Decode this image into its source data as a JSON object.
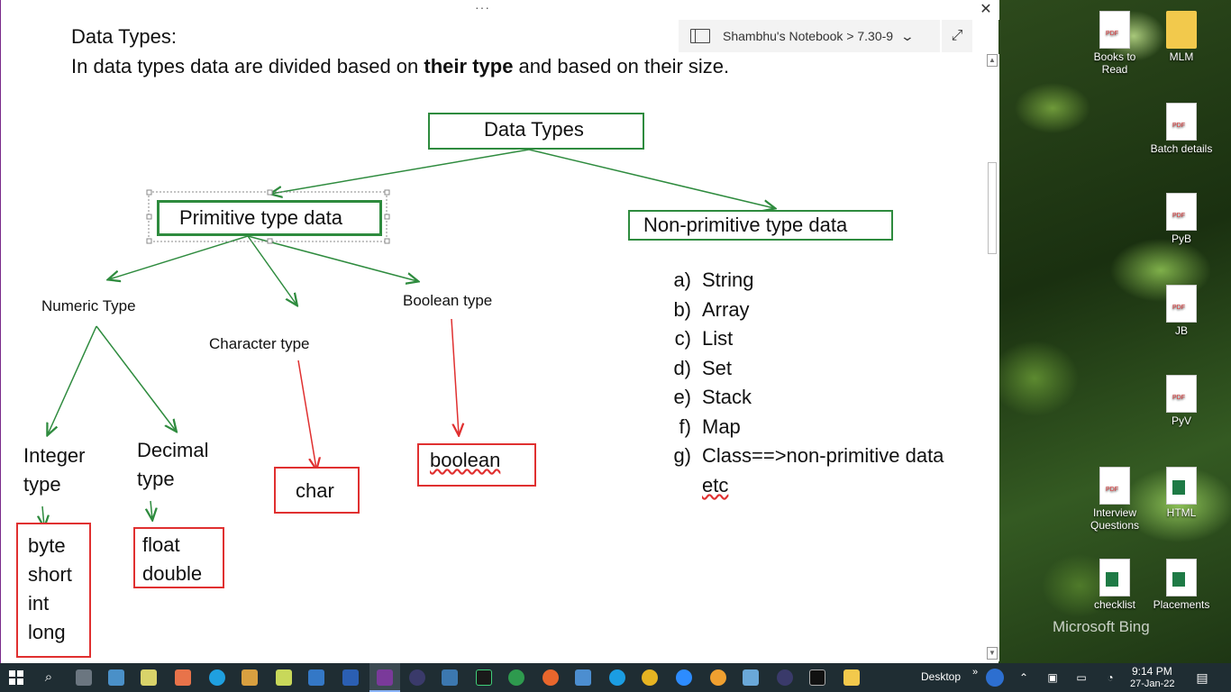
{
  "window": {
    "drag_handle": "···",
    "close_label": "✕",
    "breadcrumb": "Shambhu's Notebook > 7.30-9",
    "expand_label": "⤢"
  },
  "page": {
    "heading": "Data Types:",
    "intro_before": "In data types data are divided based on ",
    "intro_bold": "their type",
    "intro_after": " and based on their size."
  },
  "diagram": {
    "root": "Data Types",
    "primitive": "Primitive type data",
    "non_primitive": "Non-primitive type data",
    "numeric": "Numeric Type",
    "character": "Character type",
    "boolean_type": "Boolean type",
    "integer_line1": "Integer",
    "integer_line2": "type",
    "decimal_line1": "Decimal",
    "decimal_line2": "type",
    "integer_values": [
      "byte",
      "short",
      "int",
      "long"
    ],
    "decimal_values": [
      "float",
      "double"
    ],
    "char_value": "char",
    "boolean_value": "boolean"
  },
  "non_primitive_list": [
    {
      "marker": "a)",
      "text": "String"
    },
    {
      "marker": "b)",
      "text": "Array"
    },
    {
      "marker": "c)",
      "text": "List"
    },
    {
      "marker": "d)",
      "text": "Set"
    },
    {
      "marker": "e)",
      "text": "Stack"
    },
    {
      "marker": "f)",
      "text": "Map"
    },
    {
      "marker": "g)",
      "text": "Class==>non-primitive data"
    },
    {
      "marker": "",
      "text": "etc"
    }
  ],
  "desktop_icons": [
    {
      "label": "Books to Read",
      "icon": "pdf-folder-icon"
    },
    {
      "label": "MLM",
      "icon": "folder-icon"
    },
    {
      "label": "Batch details",
      "icon": "pdf-folder-icon"
    },
    {
      "label": "PyB",
      "icon": "pdf-icon"
    },
    {
      "label": "JB",
      "icon": "pdf-icon"
    },
    {
      "label": "PyV",
      "icon": "pdf-icon"
    },
    {
      "label": "Interview Questions",
      "icon": "pdf-icon"
    },
    {
      "label": "HTML",
      "icon": "excel-icon"
    },
    {
      "label": "checklist",
      "icon": "excel-icon"
    },
    {
      "label": "Placements",
      "icon": "excel-icon"
    }
  ],
  "wallpaper_brand": "Microsoft Bing",
  "taskbar": {
    "desktop_label": "Desktop",
    "time": "9:14 PM",
    "date": "27-Jan-22"
  },
  "colors": {
    "green_box": "#2e8b3e",
    "red_box": "#e03030",
    "green_arrow": "#2e8b3e",
    "red_arrow": "#e03030",
    "taskbar": "#1f2d33"
  }
}
